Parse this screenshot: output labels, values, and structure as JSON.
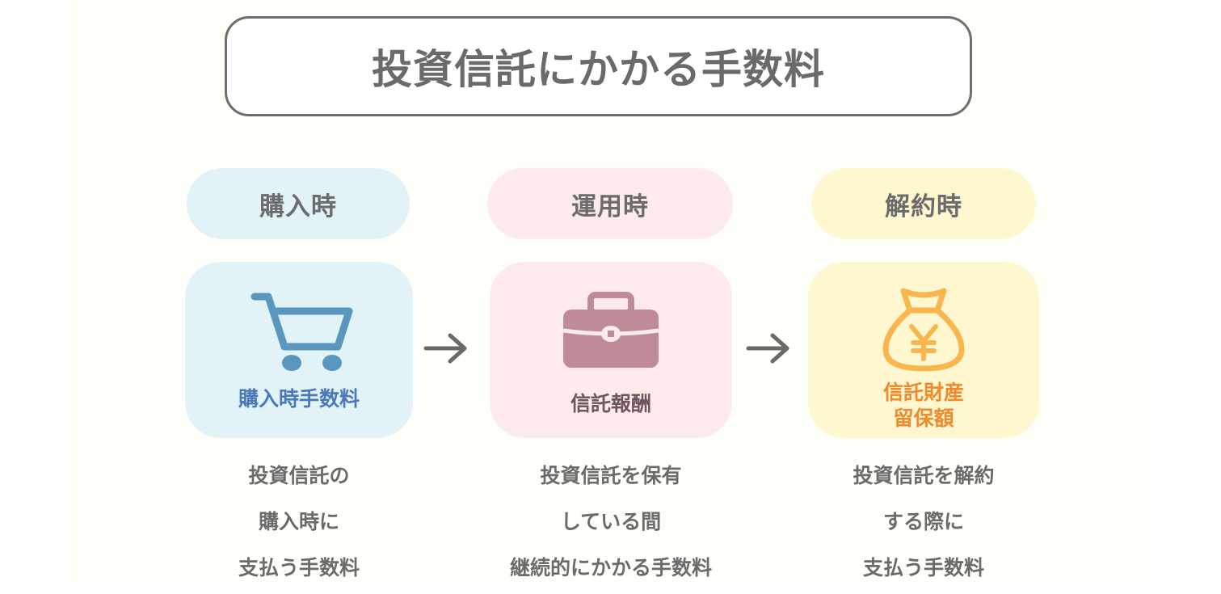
{
  "title": "投資信託にかかる手数料",
  "colors": {
    "purchase": "#e1f3f7",
    "operation": "#fdeaea",
    "redemption": "#fff7cf",
    "purchase_accent": "#4a78b8",
    "operation_accent": "#6e5560",
    "redemption_accent": "#ef8a2e",
    "text_gray": "#6b6b6b"
  },
  "stages": [
    {
      "label": "購入時",
      "icon": "shopping-cart-icon",
      "fee_name": "購入時手数料",
      "description": [
        "投資信託の",
        "購入時に",
        "支払う手数料"
      ]
    },
    {
      "label": "運用時",
      "icon": "briefcase-icon",
      "fee_name": "信託報酬",
      "description": [
        "投資信託を保有",
        "している間",
        "継続的にかかる手数料"
      ]
    },
    {
      "label": "解約時",
      "icon": "yen-money-bag-icon",
      "fee_name_lines": [
        "信託財産",
        "留保額"
      ],
      "description": [
        "投資信託を解約",
        "する際に",
        "支払う手数料"
      ]
    }
  ],
  "arrows": [
    "arrow-right-icon",
    "arrow-right-icon"
  ]
}
